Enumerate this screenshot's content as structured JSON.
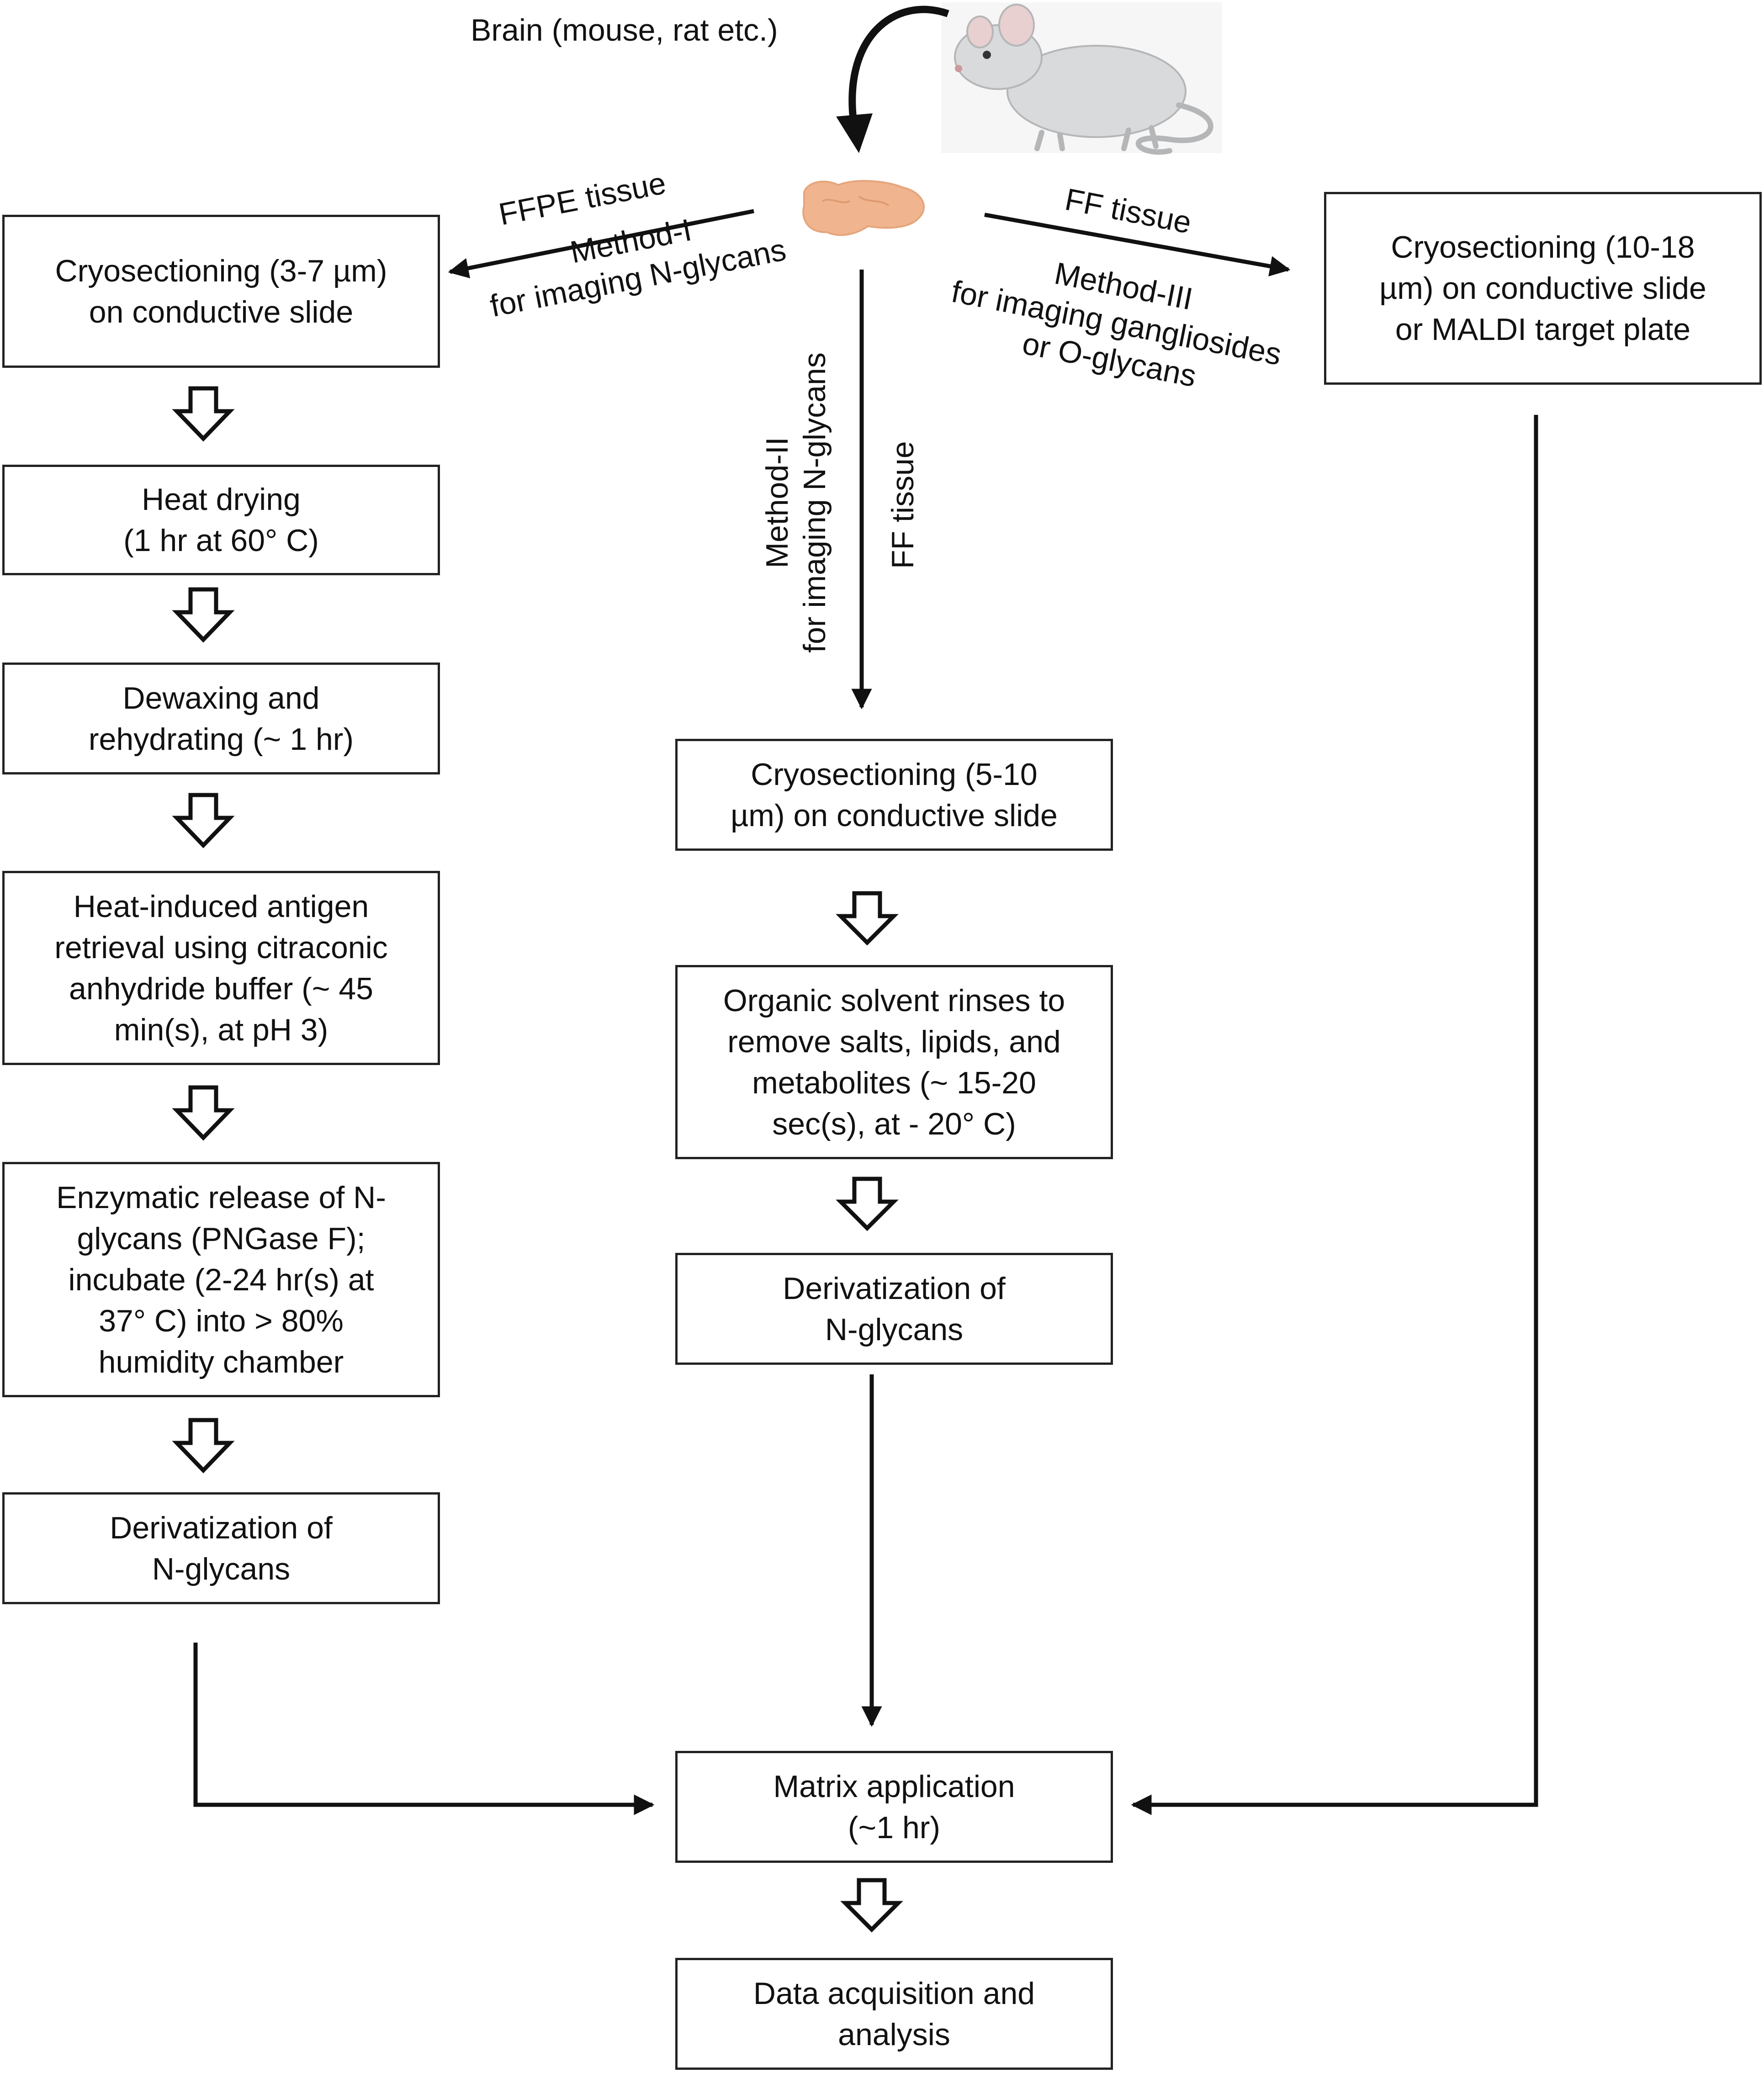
{
  "title": "Brain (mouse, rat etc.)",
  "colors": {
    "brain": "#f0b58e",
    "mouse_body": "#d9dadb",
    "stroke": "#222222"
  },
  "icons": [
    "mouse-illustration",
    "brain-illustration"
  ],
  "branches": {
    "left": {
      "tissue": "FFPE tissue",
      "method": "Method-I\nfor imaging N-glycans"
    },
    "middle": {
      "method": "Method-II\nfor imaging N-glycans",
      "tissue": "FF tissue"
    },
    "right": {
      "tissue": "FF tissue",
      "method": "Method-III\nfor imaging gangliosides\nor O-glycans"
    }
  },
  "left_steps": [
    "Cryosectioning (3-7 µm)\non conductive slide",
    "Heat  drying\n(1 hr at 60° C)",
    "Dewaxing and\nrehydrating (~ 1 hr)",
    "Heat-induced antigen\nretrieval using citraconic\nanhydride buffer (~ 45\nmin(s), at pH 3)",
    "Enzymatic release of N-\nglycans (PNGase F);\nincubate (2-24 hr(s) at\n37° C) into > 80%\nhumidity chamber",
    "Derivatization of\nN-glycans"
  ],
  "middle_steps": [
    "Cryosectioning (5-10\nµm)  on conductive slide",
    "Organic solvent rinses to\nremove salts, lipids, and\nmetabolites (~ 15-20\nsec(s), at - 20° C)",
    "Derivatization of\nN-glycans"
  ],
  "right_steps": [
    "Cryosectioning (10-18\nµm) on conductive  slide\nor MALDI target plate"
  ],
  "final_steps": [
    "Matrix application\n(~1 hr)",
    "Data acquisition and\nanalysis"
  ]
}
